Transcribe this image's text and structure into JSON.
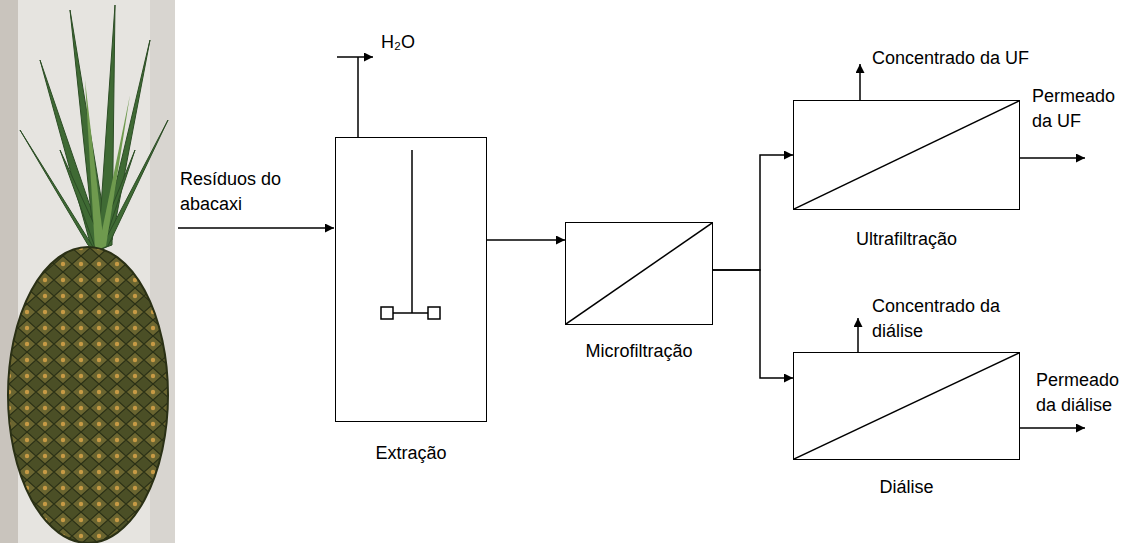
{
  "diagram": {
    "nodes": [
      {
        "text": [
          "Extração"
        ]
      },
      {
        "text": [
          "Microfiltração"
        ]
      },
      {
        "text": [
          "Ultrafiltração"
        ]
      },
      {
        "text": [
          "Diálise"
        ]
      }
    ],
    "edges": [
      {
        "from": 0,
        "to": 1,
        "arrow": "to"
      },
      {
        "from": 1,
        "to": 2,
        "arrow": "to"
      },
      {
        "from": 1,
        "to": 3,
        "arrow": "to"
      }
    ],
    "labels": [
      "Resíduos do abacaxi",
      "H₂O",
      "Concentrado da UF",
      "Permeado da UF",
      "Concentrado da diálise",
      "Permeado da diálise"
    ]
  }
}
